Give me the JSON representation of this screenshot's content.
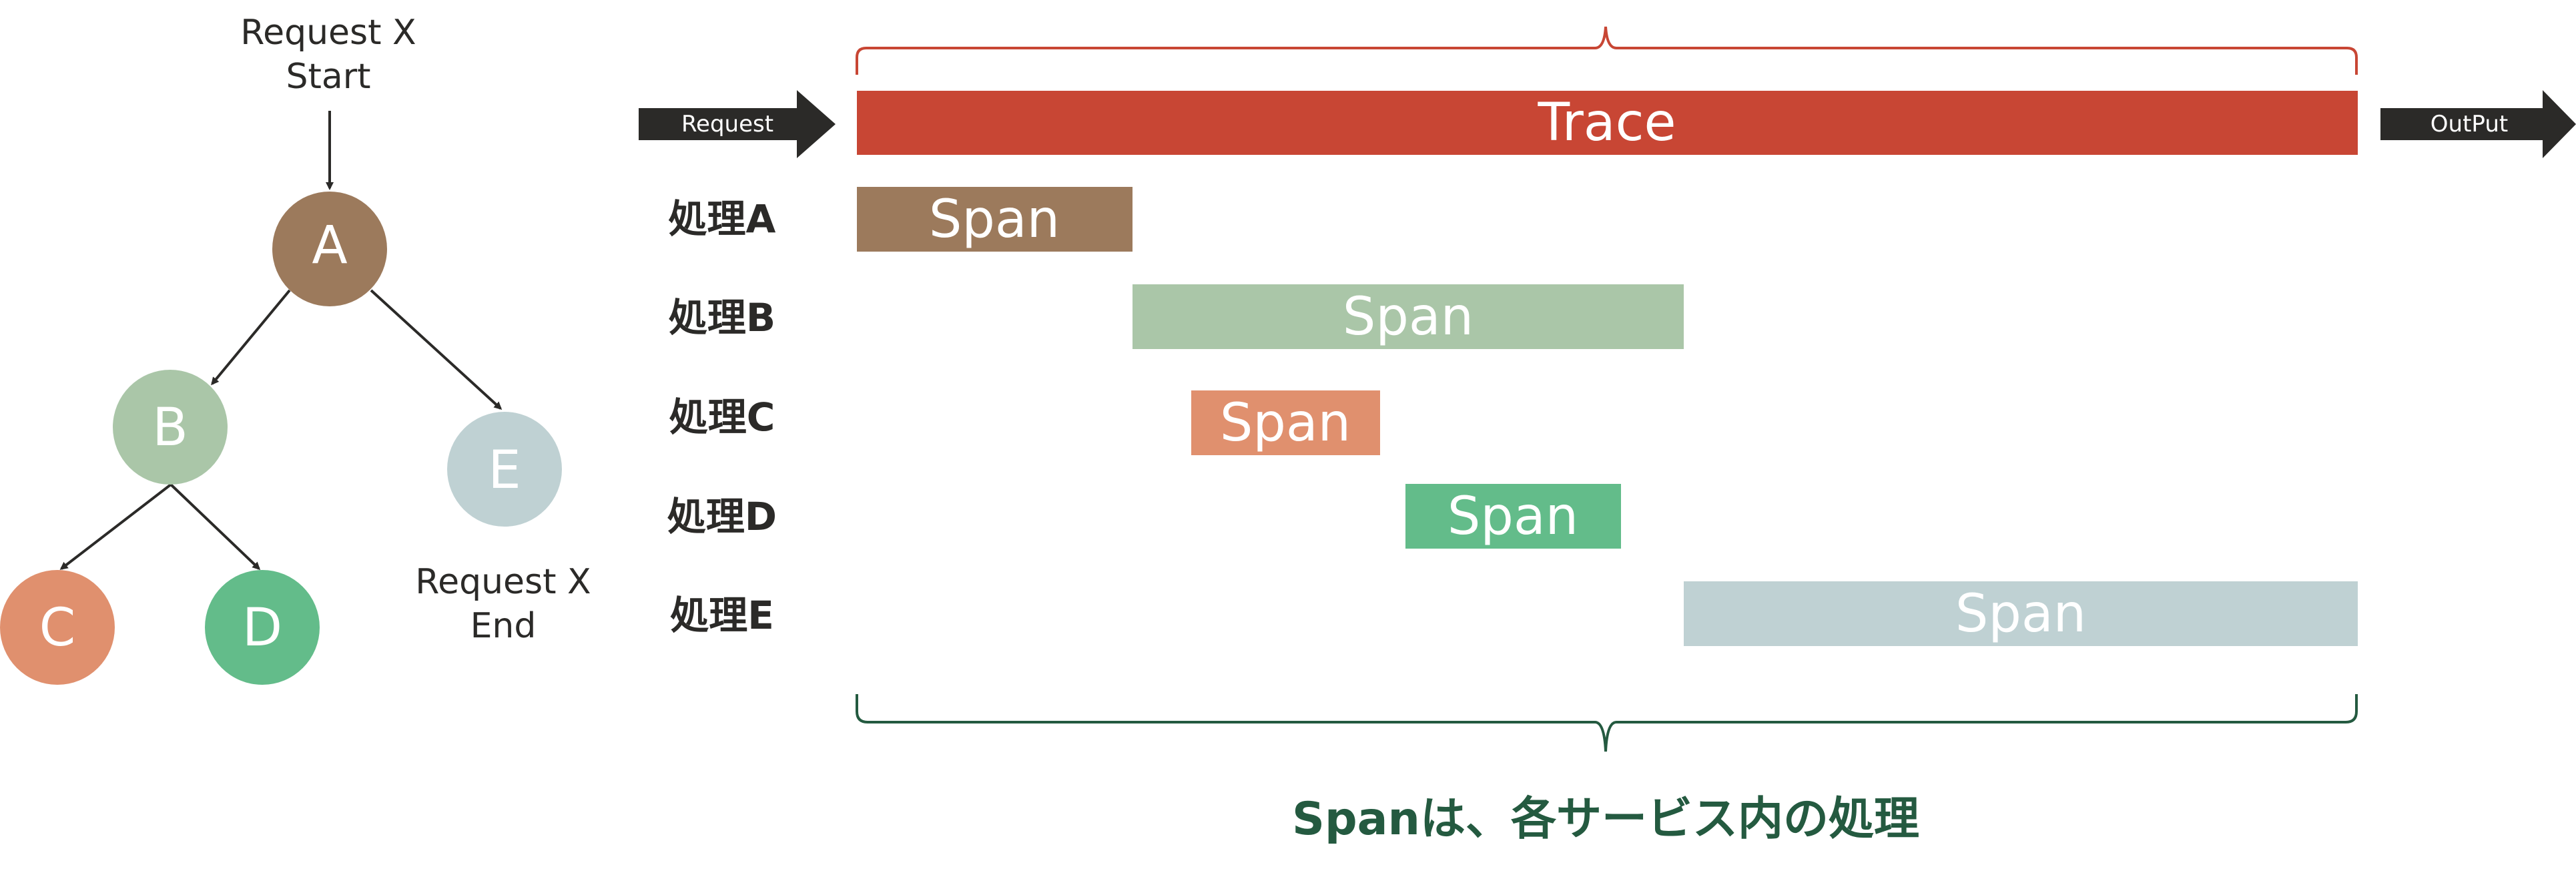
{
  "tree": {
    "start_label": [
      "Request  X",
      "Start"
    ],
    "end_label": [
      "Request  X",
      "End"
    ],
    "nodes": [
      {
        "id": "A",
        "label": "A",
        "color": "#9c7a5c"
      },
      {
        "id": "B",
        "label": "B",
        "color": "#aac6a8"
      },
      {
        "id": "C",
        "label": "C",
        "color": "#e0906e"
      },
      {
        "id": "D",
        "label": "D",
        "color": "#63bc8a"
      },
      {
        "id": "E",
        "label": "E",
        "color": "#bfd1d3"
      }
    ]
  },
  "timeline": {
    "input_arrow_label": "Request",
    "output_arrow_label": "OutPut",
    "arrow_color": "#2b2a28",
    "trace": {
      "label": "Trace",
      "color": "#c84634"
    },
    "rows": [
      {
        "label": "処理A",
        "span_label": "Span",
        "color": "#9c7a5c"
      },
      {
        "label": "処理B",
        "span_label": "Span",
        "color": "#aac6a8"
      },
      {
        "label": "処理C",
        "span_label": "Span",
        "color": "#e0906e"
      },
      {
        "label": "処理D",
        "span_label": "Span",
        "color": "#63bc8a"
      },
      {
        "label": "処理E",
        "span_label": "Span",
        "color": "#bfd1d3"
      }
    ],
    "top_brace_color": "#c84634",
    "bottom_brace_color": "#245a40",
    "caption": "Spanは、各サービス内の処理",
    "caption_color": "#245a40"
  }
}
